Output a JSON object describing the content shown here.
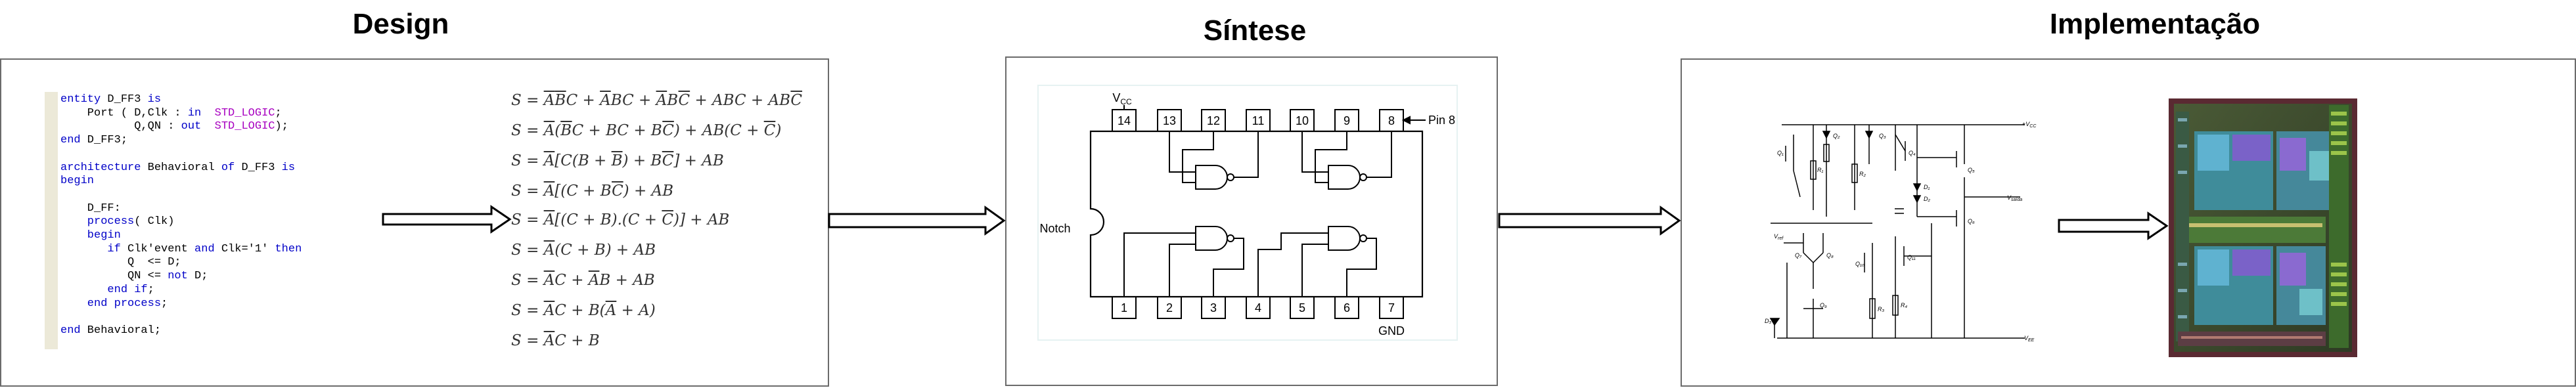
{
  "titles": {
    "design": "Design",
    "synthesis": "Síntese",
    "implementation": "Implementação"
  },
  "code": {
    "l1": {
      "kw": "entity",
      "name": " D_FF3 ",
      "is": "is"
    },
    "l2": {
      "pre": "    Port ( D,Clk : ",
      "in": "in",
      "gap": "  ",
      "type": "STD_LOGIC",
      "post": ";"
    },
    "l3": {
      "pre": "           Q,QN : ",
      "out": "out",
      "gap": "  ",
      "type": "STD_LOGIC",
      "post": ");"
    },
    "l4": {
      "kw": "end",
      "post": " D_FF3;"
    },
    "l5": {
      "kw": "architecture",
      "mid": " Behavioral ",
      "of": "of",
      "name": " D_FF3 ",
      "is": "is"
    },
    "l6": {
      "kw": "begin"
    },
    "l7": {
      "pre": "    D_FF:"
    },
    "l8": {
      "kw": "    process",
      "post": "( Clk)"
    },
    "l9": {
      "kw": "    begin"
    },
    "l10": {
      "kw": "       if",
      "mid": " Clk'event ",
      "and": "and",
      "post": " Clk='1' ",
      "then": "then"
    },
    "l11": {
      "pre": "          Q  <= D;"
    },
    "l12": {
      "pre": "          QN <= ",
      "not": "not",
      "post": " D;"
    },
    "l13": {
      "end": "       end",
      "if": " if",
      "post": ";"
    },
    "l14": {
      "end": "    end",
      "proc": " process",
      "post": ";"
    },
    "l15": {
      "kw": "end",
      "post": " Behavioral;"
    }
  },
  "chip": {
    "vcc": "V",
    "vcc_sub": "CC",
    "top_pins": [
      "14",
      "13",
      "12",
      "11",
      "10",
      "9",
      "8"
    ],
    "bottom_pins": [
      "1",
      "2",
      "3",
      "4",
      "5",
      "6",
      "7"
    ],
    "pin8": "Pin 8",
    "notch": "Notch",
    "gnd": "GND"
  },
  "circuit": {
    "vcc": "+V",
    "vcc_sub": "CC",
    "vee": "-V",
    "vee_sub": "EE",
    "vref": "V",
    "vref_sub": "ref",
    "vout": "V",
    "vout_sub": "saída",
    "q_labels": [
      "Q₁",
      "Q₂",
      "Q₃",
      "Q₄",
      "Q₅",
      "Q₆",
      "Q₇",
      "Q₈",
      "Q₉",
      "Q₁₀",
      "Q₁₁"
    ],
    "r_labels": [
      "R₁",
      "R₂",
      "R₃",
      "R₄"
    ],
    "d_labels": [
      "D₁",
      "D₂",
      "D₃"
    ]
  },
  "colors": {
    "border": "#6b6b6b",
    "keyword": "#0000c8",
    "type": "#a800c0",
    "die_bg": "#3b4a2c"
  }
}
